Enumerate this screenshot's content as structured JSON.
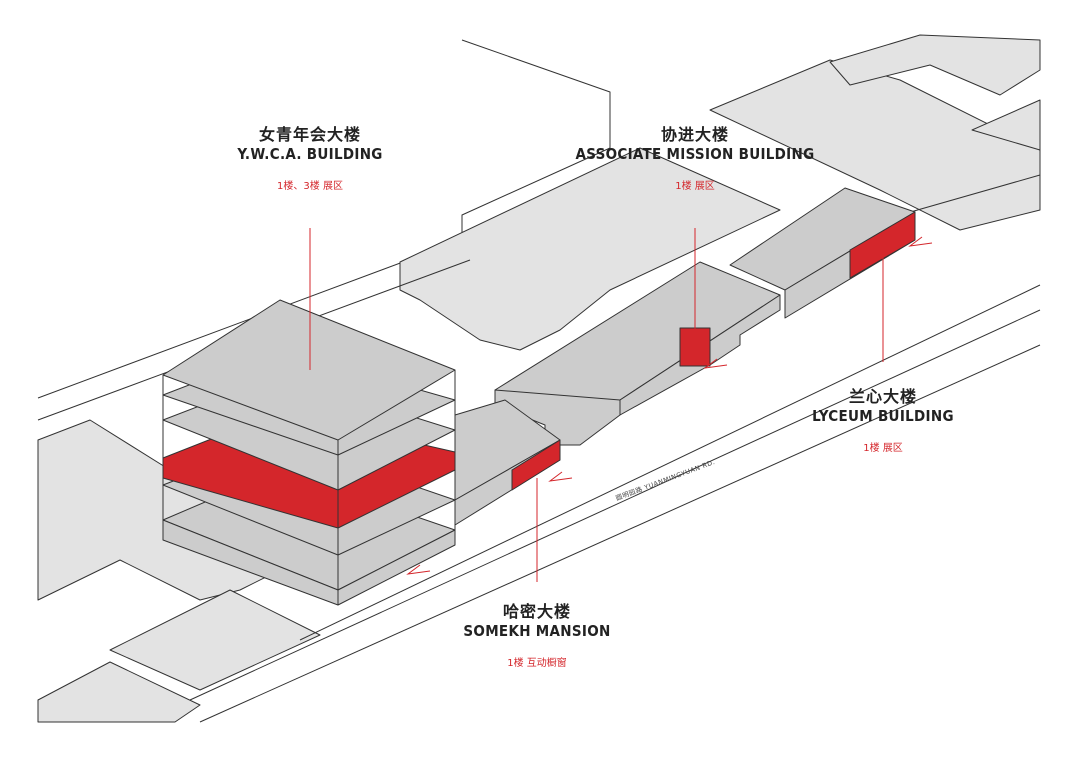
{
  "colors": {
    "highlight": "#d4262b",
    "building": "#cccccc",
    "ground": "#e3e3e3",
    "line": "#333333"
  },
  "buildings": {
    "ywca": {
      "zh": "女青年会大楼",
      "en": "Y.W.C.A. BUILDING",
      "note": "1楼、3楼 展区"
    },
    "associate": {
      "zh": "协进大楼",
      "en": "ASSOCIATE MISSION BUILDING",
      "note": "1楼 展区"
    },
    "lyceum": {
      "zh": "兰心大楼",
      "en": "LYCEUM BUILDING",
      "note": "1楼 展区"
    },
    "somekh": {
      "zh": "哈密大楼",
      "en": "SOMEKH MANSION",
      "note": "1楼 互动橱窗"
    }
  },
  "road": {
    "label": "圆明园路  YUANMINGYUAN RD."
  }
}
